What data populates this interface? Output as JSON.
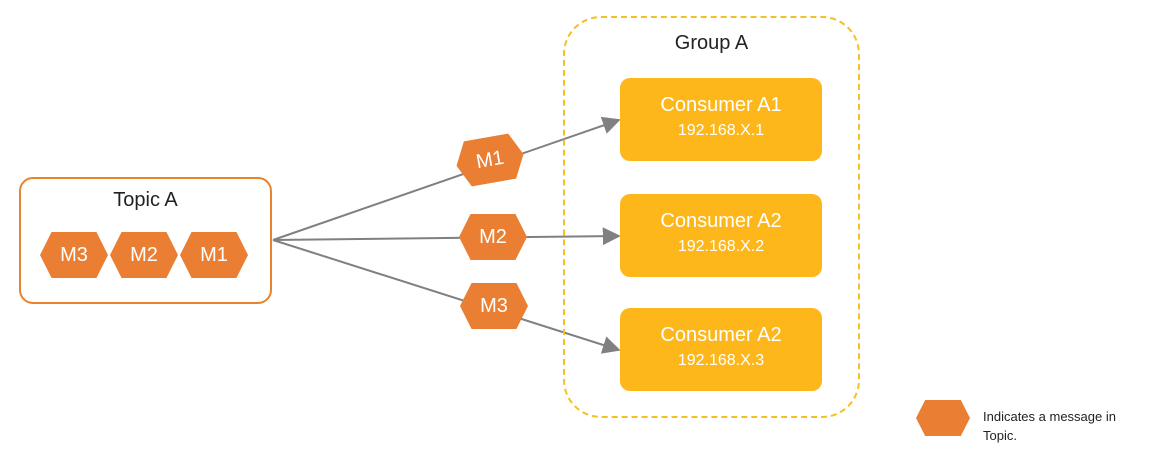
{
  "topic": {
    "title": "Topic A",
    "messages": [
      "M3",
      "M2",
      "M1"
    ]
  },
  "group": {
    "title": "Group A",
    "consumers": [
      {
        "name": "Consumer A1",
        "ip": "192.168.X.1"
      },
      {
        "name": "Consumer A2",
        "ip": "192.168.X.2"
      },
      {
        "name": "Consumer A2",
        "ip": "192.168.X.3"
      }
    ]
  },
  "deliveries": [
    {
      "message": "M1",
      "to": "Consumer A1"
    },
    {
      "message": "M2",
      "to": "Consumer A2"
    },
    {
      "message": "M3",
      "to": "Consumer A2"
    }
  ],
  "legend": {
    "text": "Indicates a message in Topic."
  },
  "colors": {
    "message_hex": "#EA7F33",
    "topic_border": "#E8832F",
    "consumer_fill": "#FDB71A",
    "group_border": "#F5C024",
    "arrow": "#808080"
  }
}
